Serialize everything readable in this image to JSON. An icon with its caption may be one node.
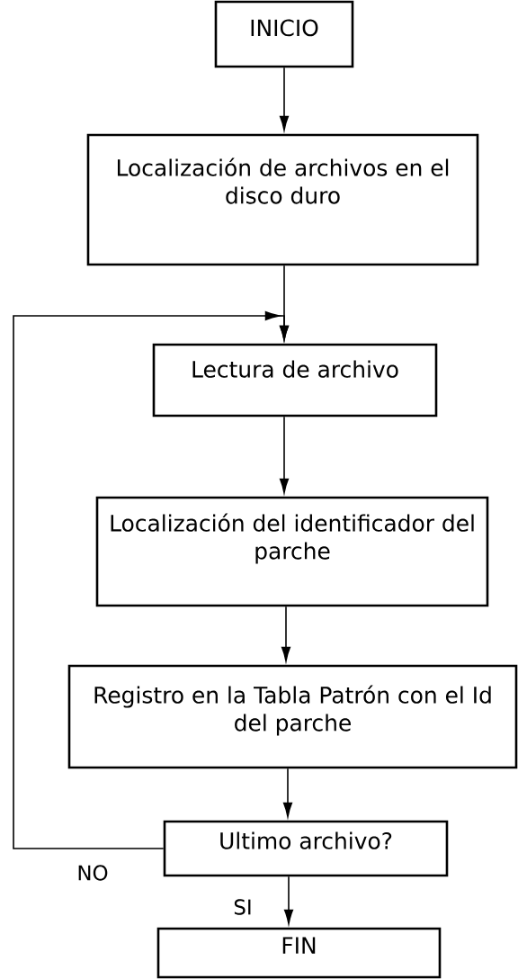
{
  "diagram": {
    "nodes": [
      {
        "text": [
          "INICIO"
        ]
      },
      {
        "text": [
          "Localización de archivos en el disco duro"
        ]
      },
      {
        "text": [
          "Lectura de archivo"
        ]
      },
      {
        "text": [
          "Localización del identificador del parche"
        ]
      },
      {
        "text": [
          "Registro en la Tabla Patrón con el Id del parche"
        ]
      },
      {
        "text": [
          "Ultimo archivo?"
        ]
      },
      {
        "text": [
          "FIN"
        ]
      }
    ],
    "edges": [
      {
        "from": 0,
        "to": 1,
        "arrow": "to"
      },
      {
        "from": 1,
        "to": 2,
        "arrow": "to"
      },
      {
        "from": 2,
        "to": 3,
        "arrow": "to"
      },
      {
        "from": 3,
        "to": 4,
        "arrow": "to"
      },
      {
        "from": 4,
        "to": 5,
        "arrow": "to"
      },
      {
        "from": 5,
        "to": 2,
        "arrow": "to",
        "label": "NO"
      },
      {
        "from": 5,
        "to": 6,
        "arrow": "to",
        "label": "SI"
      }
    ]
  }
}
